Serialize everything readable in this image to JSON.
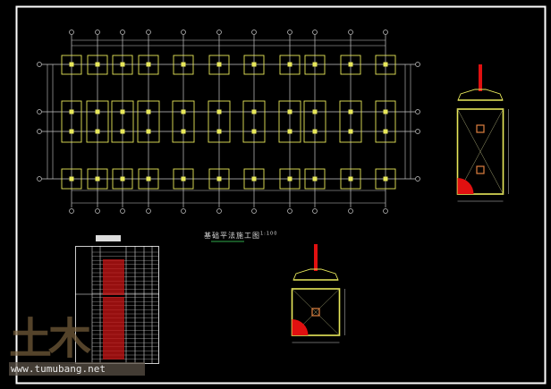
{
  "drawing": {
    "title": "基础平法施工图",
    "scale": "1:100",
    "colors": {
      "background": "#000000",
      "grid": "#c8c8c8",
      "footing": "#e8e85a",
      "rebar": "#e01010",
      "border": "#ffffff",
      "underline": "#2fa84a"
    }
  },
  "watermark": {
    "logo_text": "土木",
    "url": "www.tumubang.net"
  }
}
